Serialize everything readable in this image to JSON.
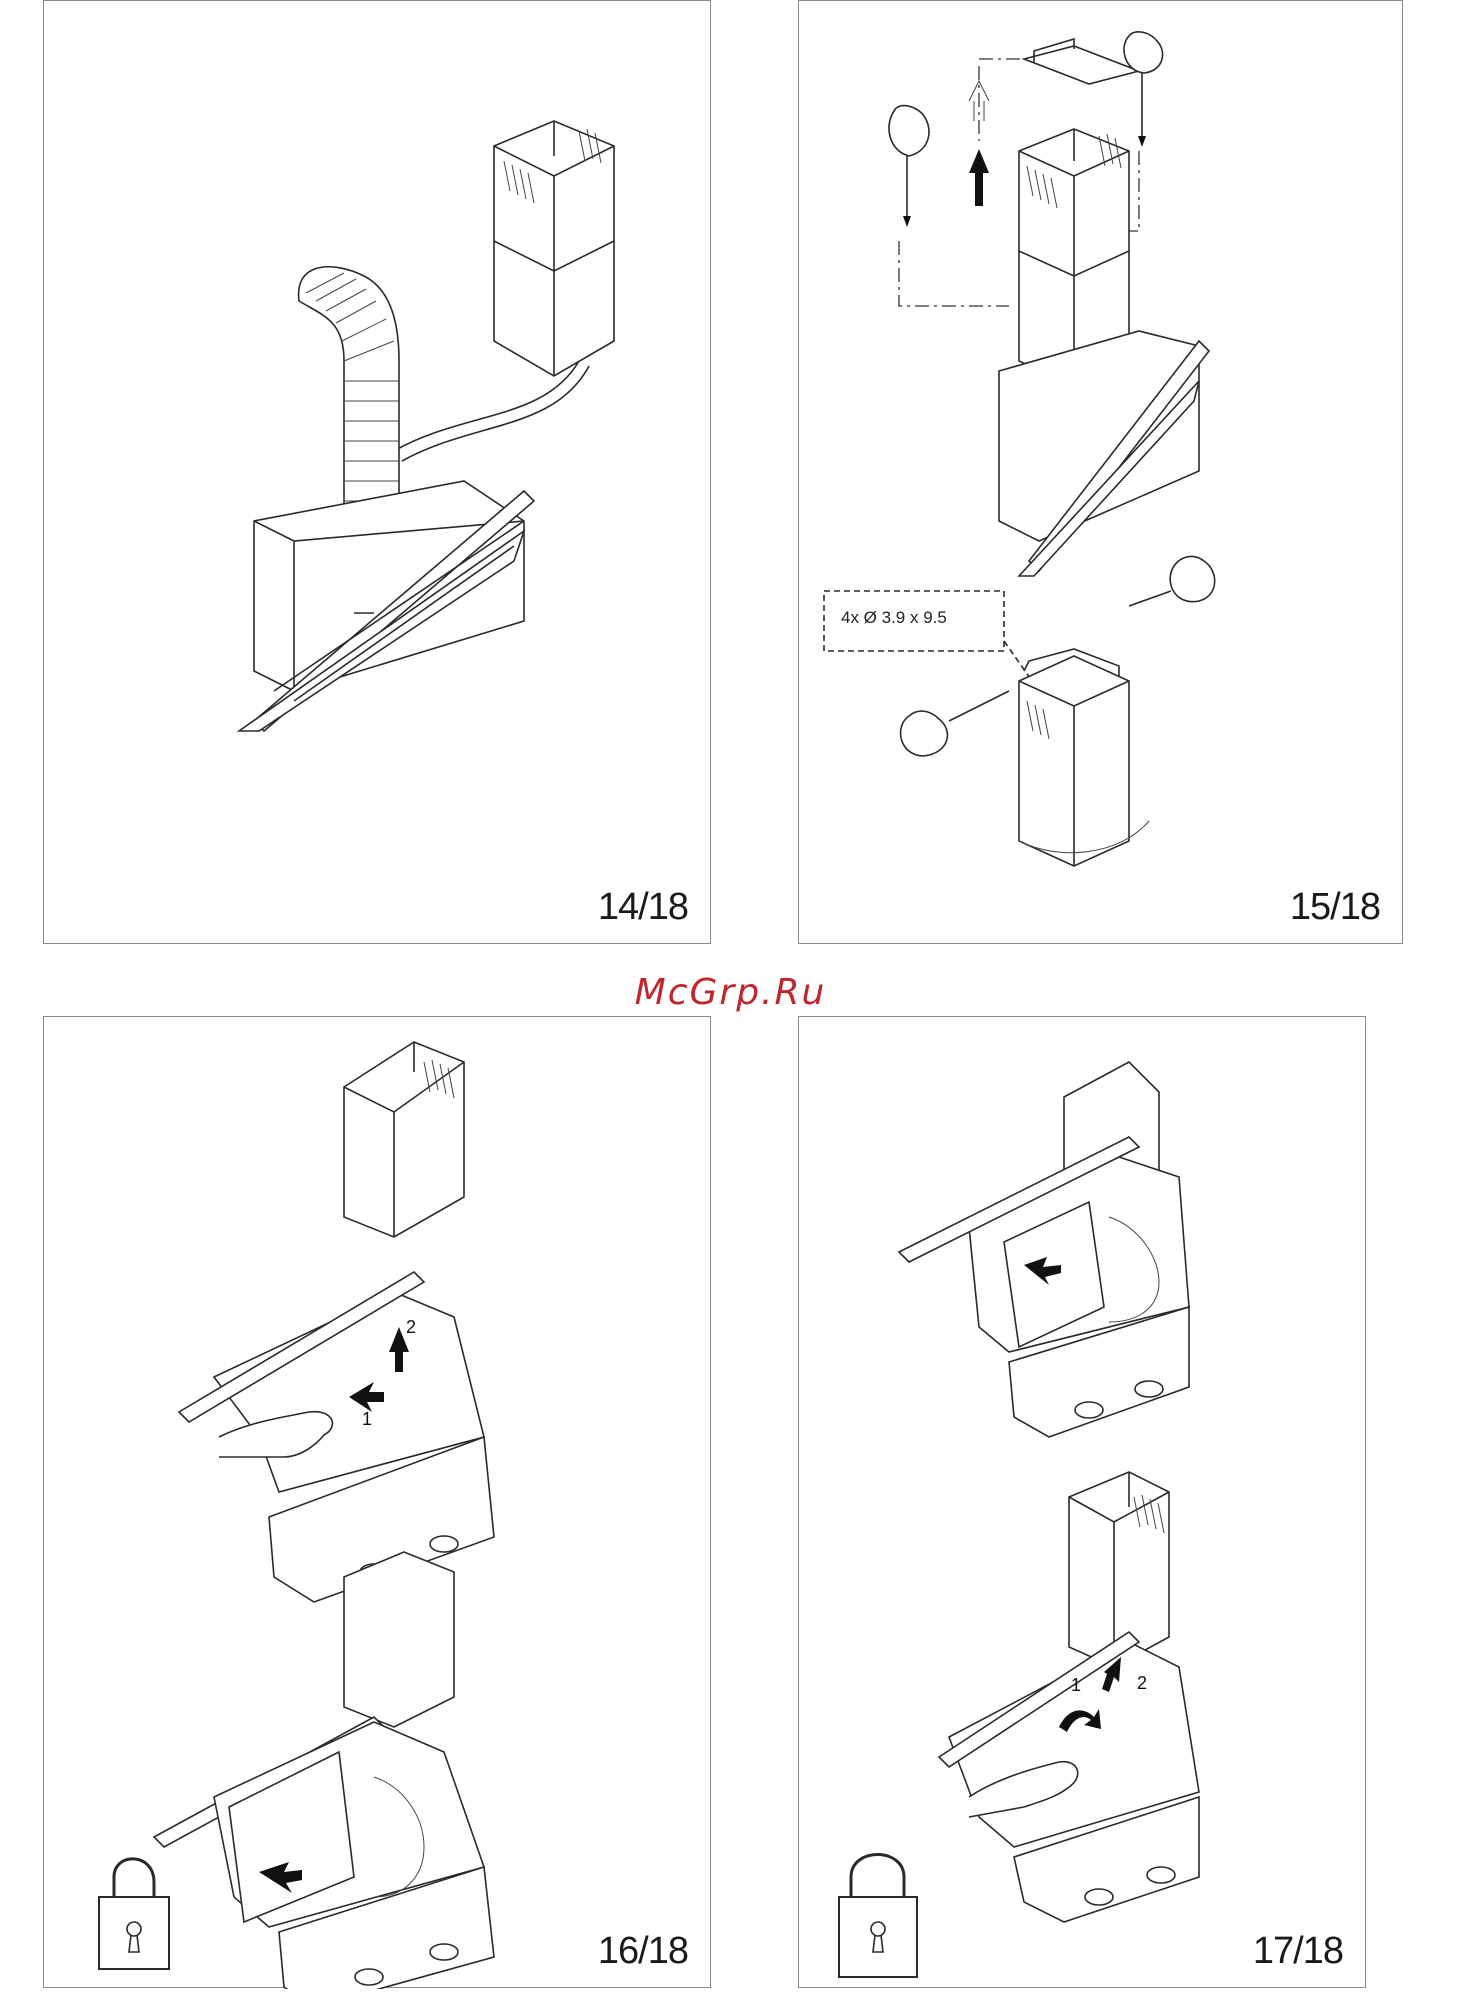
{
  "watermark": {
    "text": "McGrp.Ru",
    "color": "#c0272d"
  },
  "panels": [
    {
      "id": "14",
      "label": "14/18"
    },
    {
      "id": "15",
      "label": "15/18",
      "screw_spec": "4x Ø 3.9 x 9.5"
    },
    {
      "id": "16",
      "label": "16/18",
      "steps": [
        "1",
        "2"
      ],
      "icon": "unlock-icon"
    },
    {
      "id": "17",
      "label": "17/18",
      "steps": [
        "1",
        "2"
      ],
      "icon": "lock-icon"
    }
  ]
}
